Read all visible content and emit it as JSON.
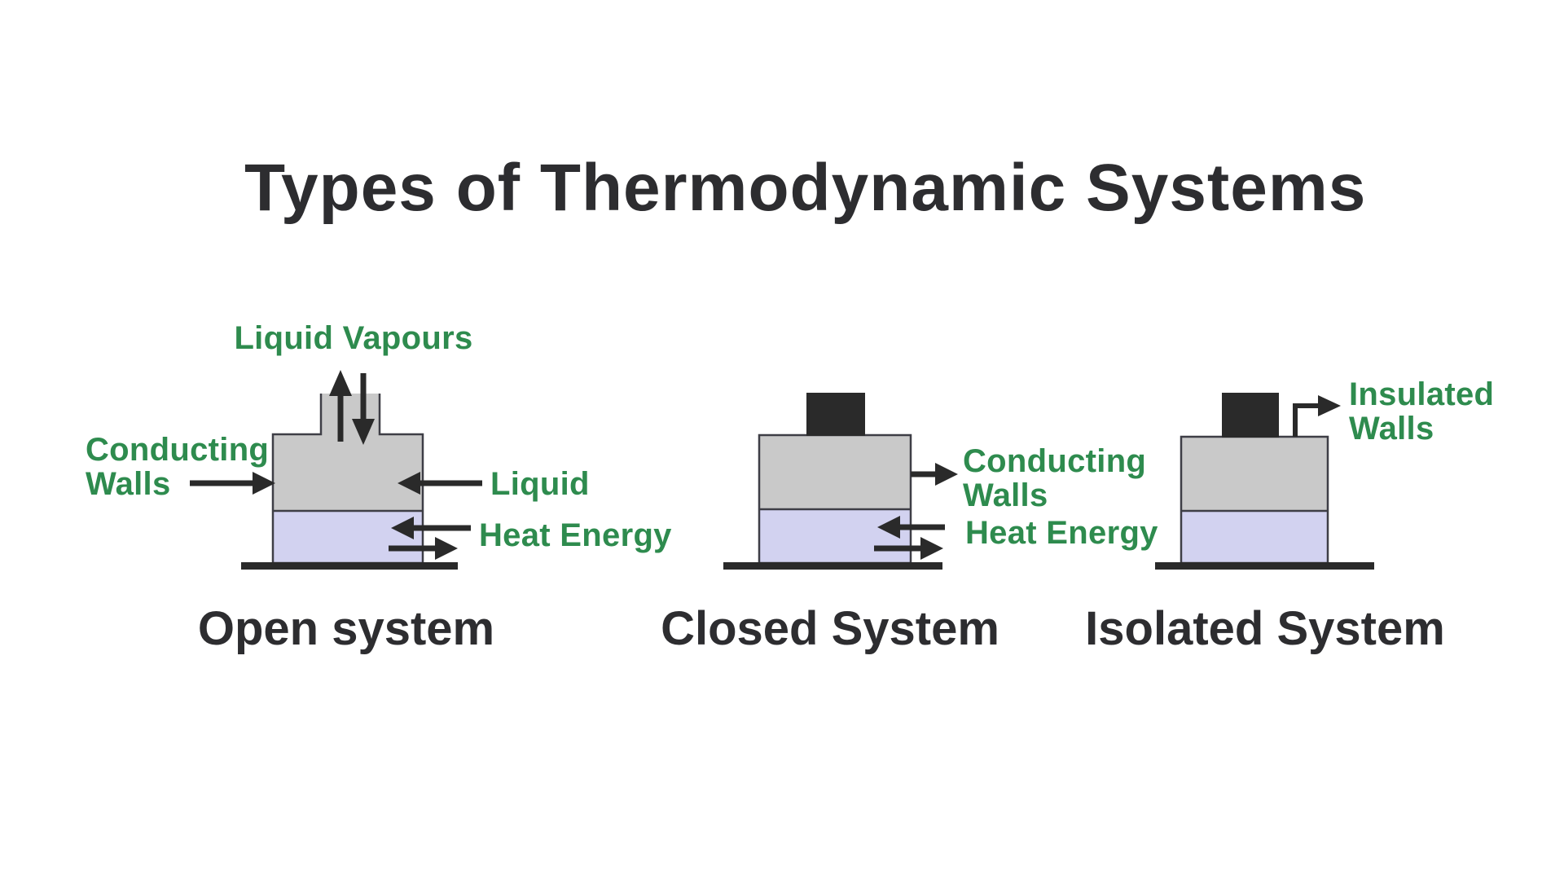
{
  "title": "Types of Thermodynamic Systems",
  "colors": {
    "green": "#2e8b4e",
    "vessel_gray": "#c9c9c9",
    "liquid_lavender": "#d2d2f0",
    "ink": "#2a2a2a",
    "outline": "#3e3e46",
    "heading": "#2d2d30",
    "bg": "#ffffff"
  },
  "open_system": {
    "name": "Open system",
    "labels": {
      "liquid_vapours": "Liquid Vapours",
      "conducting_line1": "Conducting",
      "conducting_line2": "Walls",
      "liquid": "Liquid",
      "heat_energy": "Heat Energy"
    }
  },
  "closed_system": {
    "name": "Closed System",
    "labels": {
      "conducting_line1": "Conducting",
      "conducting_line2": "Walls",
      "heat_energy": "Heat Energy"
    }
  },
  "isolated_system": {
    "name": "Isolated System",
    "labels": {
      "insulated_line1": "Insulated",
      "insulated_line2": "Walls"
    }
  }
}
